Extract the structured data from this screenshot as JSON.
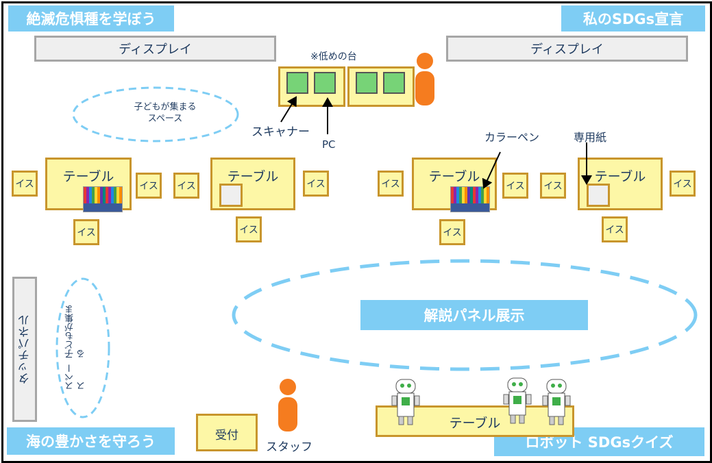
{
  "corner_labels": {
    "top_left": "絶滅危惧種を学ぼう",
    "top_right": "私のSDGs宣言",
    "bottom_left": "海の豊かさを守ろう",
    "bottom_right": "ロボット SDGsクイズ"
  },
  "displays": {
    "left": "ディスプレイ",
    "right": "ディスプレイ"
  },
  "low_stand_note": "※低めの台",
  "annotations": {
    "scanner": "スキャナー",
    "pc": "PC",
    "color_pen": "カラーペン",
    "special_paper": "専用紙"
  },
  "kids_space": {
    "line1": "子どもが集まる",
    "line2": "スペース"
  },
  "tables": {
    "label": "テーブル"
  },
  "chair_label": "イス",
  "panel_display": "解説パネル展示",
  "touch_panel": "タッチパネル",
  "reception": "受付",
  "staff": "スタッフ",
  "robot_table": "テーブル",
  "colors": {
    "accent_box": "#7ecdf4",
    "table_fill": "#fdf7a6",
    "table_border": "#c8952c",
    "person": "#f57c1f",
    "dashed_ellipse": "#7ecdf4"
  }
}
